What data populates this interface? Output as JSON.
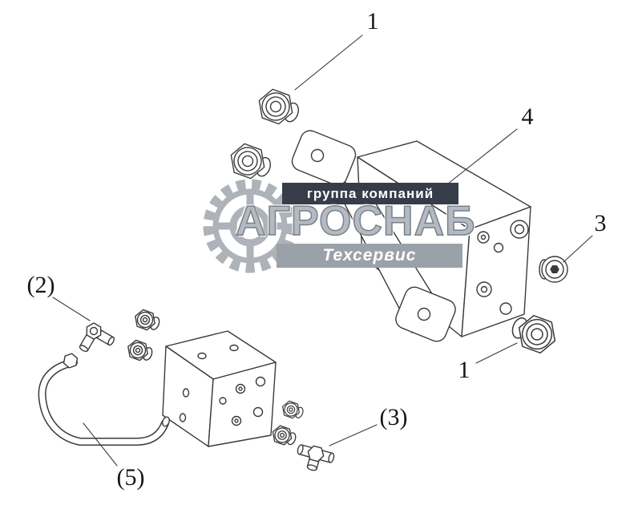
{
  "colors": {
    "page_bg": "#ffffff",
    "line": "#3a3a3a",
    "label": "#151515",
    "banner_dark": "#363d49",
    "banner_gray": "#9aa1a8",
    "title_gray": "#b4bac1",
    "title_stroke": "#79818b"
  },
  "callouts": [
    {
      "label": "1",
      "points_to": "straight-union-fitting-top"
    },
    {
      "label": "4",
      "points_to": "mounting-bracket"
    },
    {
      "label": "3",
      "points_to": "plug-fitting"
    },
    {
      "label": "1",
      "points_to": "straight-union-fitting-right"
    },
    {
      "label": "(2)",
      "points_to": "elbow-fitting"
    },
    {
      "label": "(3)",
      "points_to": "tee-fitting"
    },
    {
      "label": "(5)",
      "points_to": "pipe"
    }
  ],
  "watermark": {
    "top_banner": "группа компаний",
    "title": "АГРОСНАБ",
    "bottom_banner": "Техсервис"
  }
}
